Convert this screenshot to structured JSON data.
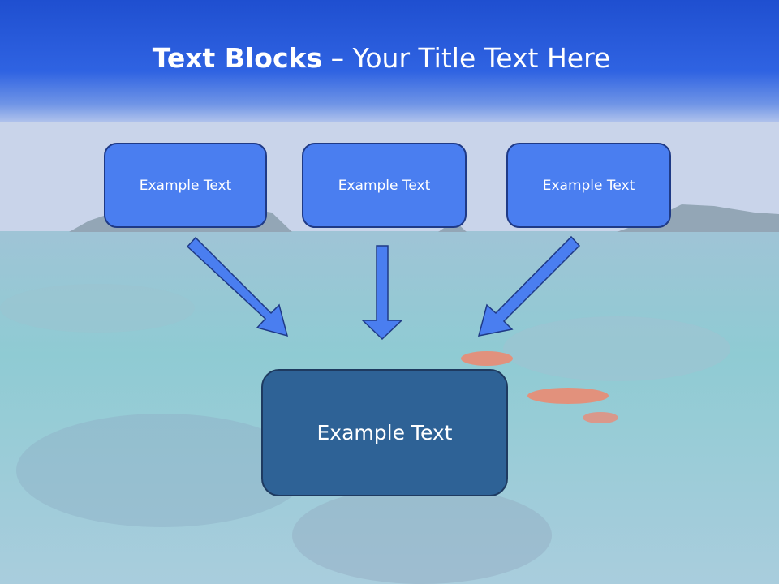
{
  "slide": {
    "title_bold": "Text Blocks",
    "title_dash": "–",
    "title_rest": "Your Title Text Here"
  },
  "boxes": {
    "top_left": "Example Text",
    "top_middle": "Example Text",
    "top_right": "Example Text",
    "center": "Example Text"
  },
  "colors": {
    "header_blue": "#2a5bd7",
    "box_blue": "#4a7ef0",
    "center_box": "#2e6296",
    "arrow_fill": "#4a7ef0"
  }
}
